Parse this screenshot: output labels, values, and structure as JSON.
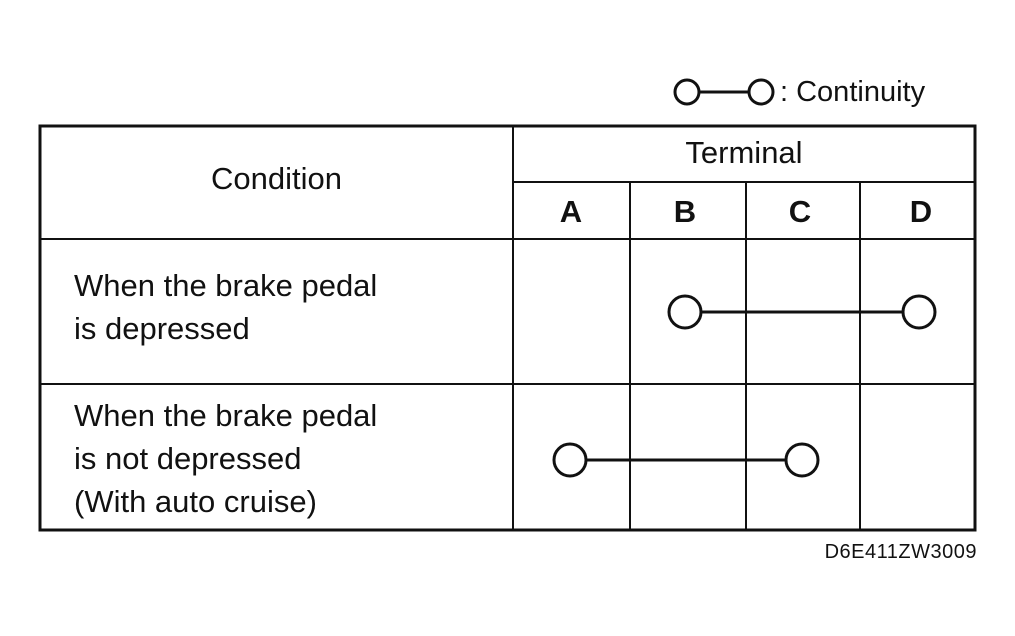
{
  "legend": {
    "icon": "continuity-symbol",
    "label": ": Continuity"
  },
  "table": {
    "condition_header": "Condition",
    "terminal_header": "Terminal",
    "terminals": [
      "A",
      "B",
      "C",
      "D"
    ],
    "rows": [
      {
        "condition": "When the brake pedal\nis depressed",
        "continuity": [
          "B",
          "D"
        ]
      },
      {
        "condition": "When the brake pedal\nis not depressed\n(With auto cruise)",
        "continuity": [
          "A",
          "C"
        ]
      }
    ]
  },
  "figure_code": "D6E411ZW3009"
}
